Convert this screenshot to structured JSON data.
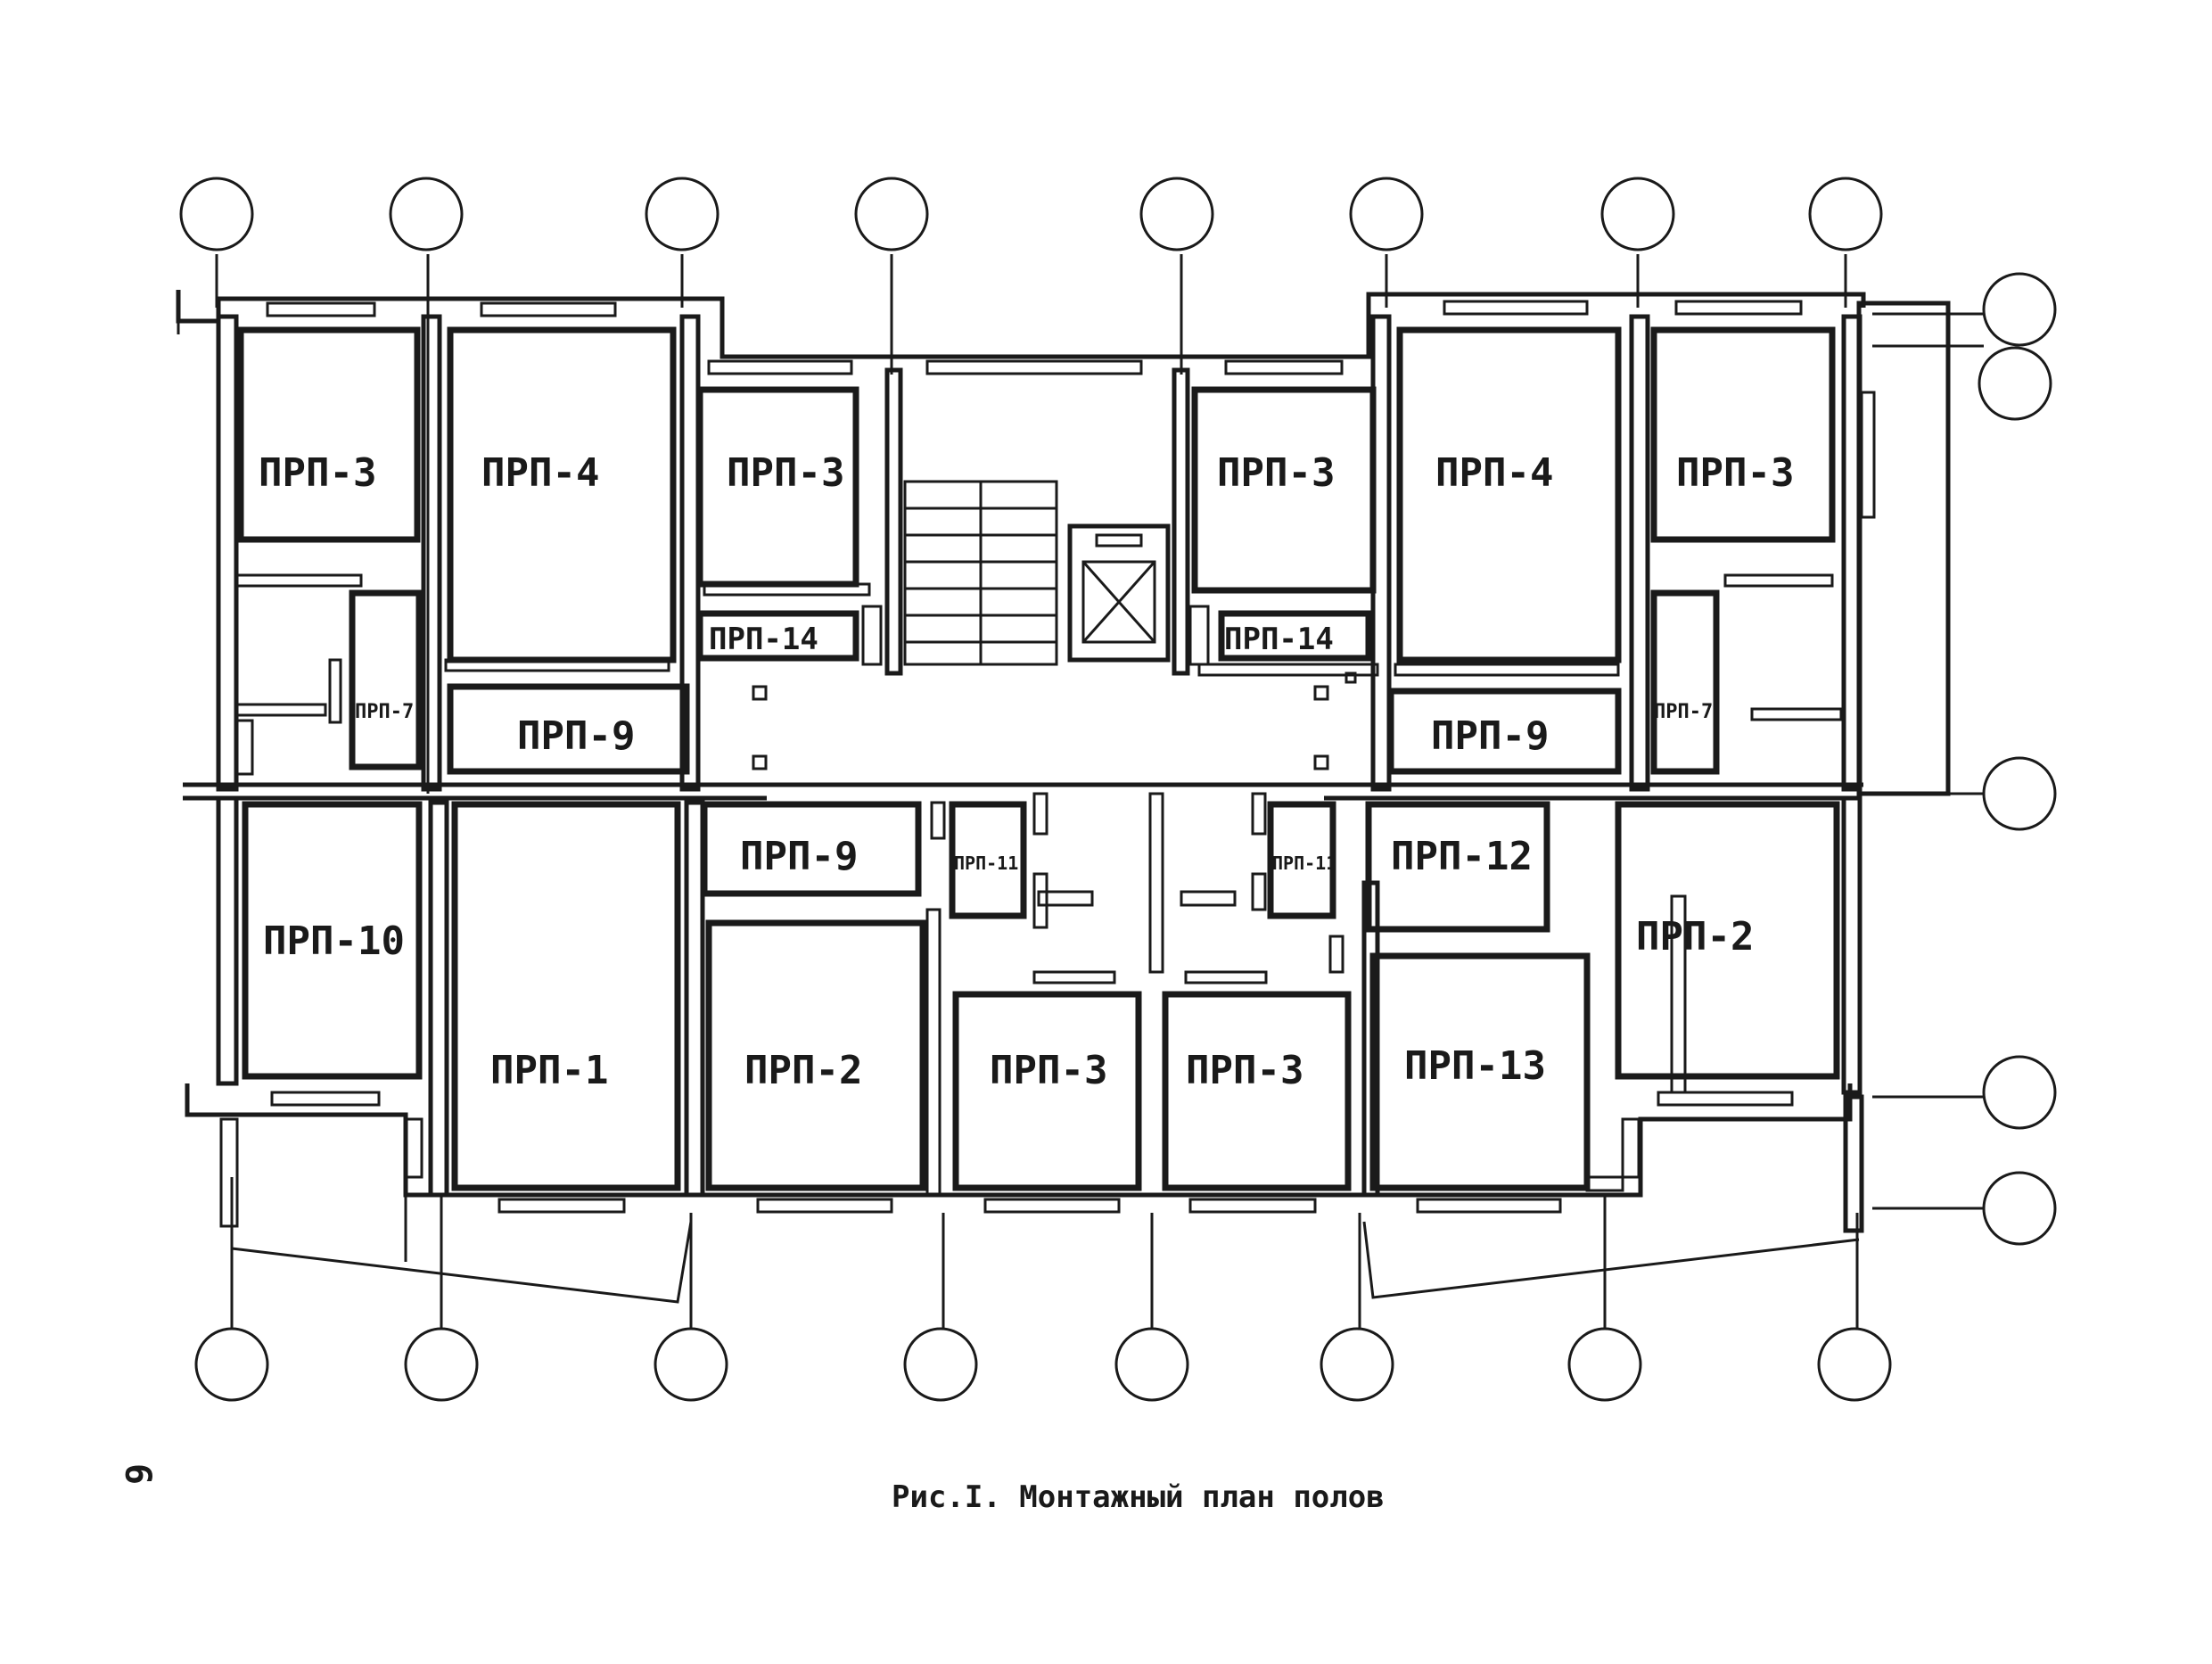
{
  "caption": "Рис.I. Монтажный план полов",
  "page_number": "9",
  "panels": {
    "p_tl_3": "ПРП-3",
    "p_tl_4": "ПРП-4",
    "p_tc_3a": "ПРП-3",
    "p_tc_14a": "ПРП-14",
    "p_tl_7": "ПРП-7",
    "p_tl_9": "ПРП-9",
    "p_tc_3b": "ПРП-3",
    "p_tc_14b": "ПРП-14",
    "p_tr_4": "ПРП-4",
    "p_tr_3": "ПРП-3",
    "p_tr_9": "ПРП-9",
    "p_tr_7": "ПРП-7",
    "p_bl_10": "ПРП-10",
    "p_bl_1": "ПРП-1",
    "p_bc_9": "ПРП-9",
    "p_bc_11a": "ПРП-11",
    "p_bc_11b": "ПРП-11",
    "p_bc_12": "ПРП-12",
    "p_br_2": "ПРП-2",
    "p_bc_2": "ПРП-2",
    "p_bc_3a": "ПРП-3",
    "p_bc_3b": "ПРП-3",
    "p_bc_13": "ПРП-13"
  }
}
